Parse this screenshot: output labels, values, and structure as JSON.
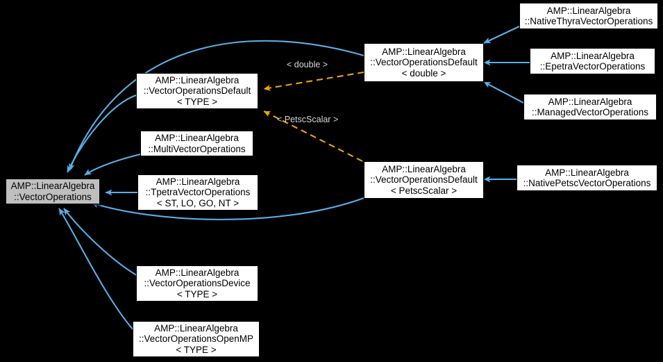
{
  "diagram": {
    "type": "class-inheritance-graph",
    "background_color": "#000000",
    "inheritance_edge_color": "#5aafe8",
    "template_edge_color": "#f0a30a",
    "highlight_fill": "#bfbfbf",
    "node_fill": "#ffffff",
    "nodes": [
      {
        "id": "vector-operations",
        "lines": [
          "AMP::LinearAlgebra",
          "::VectorOperations"
        ],
        "highlight": true
      },
      {
        "id": "vector-operations-default-type",
        "lines": [
          "AMP::LinearAlgebra",
          "::VectorOperationsDefault",
          "< TYPE >"
        ],
        "highlight": false
      },
      {
        "id": "multi-vector-operations",
        "lines": [
          "AMP::LinearAlgebra",
          "::MultiVectorOperations"
        ],
        "highlight": false
      },
      {
        "id": "tpetra-vector-operations",
        "lines": [
          "AMP::LinearAlgebra",
          "::TpetraVectorOperations",
          "< ST, LO, GO, NT >"
        ],
        "highlight": false
      },
      {
        "id": "vector-operations-device",
        "lines": [
          "AMP::LinearAlgebra",
          "::VectorOperationsDevice",
          "< TYPE >"
        ],
        "highlight": false
      },
      {
        "id": "vector-operations-openmp",
        "lines": [
          "AMP::LinearAlgebra",
          "::VectorOperationsOpenMP",
          "< TYPE >"
        ],
        "highlight": false
      },
      {
        "id": "vector-operations-default-double",
        "lines": [
          "AMP::LinearAlgebra",
          "::VectorOperationsDefault",
          "< double >"
        ],
        "highlight": false
      },
      {
        "id": "vector-operations-default-petscscalar",
        "lines": [
          "AMP::LinearAlgebra",
          "::VectorOperationsDefault",
          "< PetscScalar >"
        ],
        "highlight": false
      },
      {
        "id": "native-thyra-vector-operations",
        "lines": [
          "AMP::LinearAlgebra",
          "::NativeThyraVectorOperations"
        ],
        "highlight": false
      },
      {
        "id": "epetra-vector-operations",
        "lines": [
          "AMP::LinearAlgebra",
          "::EpetraVectorOperations"
        ],
        "highlight": false
      },
      {
        "id": "managed-vector-operations",
        "lines": [
          "AMP::LinearAlgebra",
          "::ManagedVectorOperations"
        ],
        "highlight": false
      },
      {
        "id": "native-petsc-vector-operations",
        "lines": [
          "AMP::LinearAlgebra",
          "::NativePetscVectorOperations"
        ],
        "highlight": false
      }
    ],
    "edge_labels": [
      {
        "id": "label-double",
        "text": "< double >"
      },
      {
        "id": "label-petscscalar",
        "text": "< PetscScalar >"
      }
    ]
  }
}
